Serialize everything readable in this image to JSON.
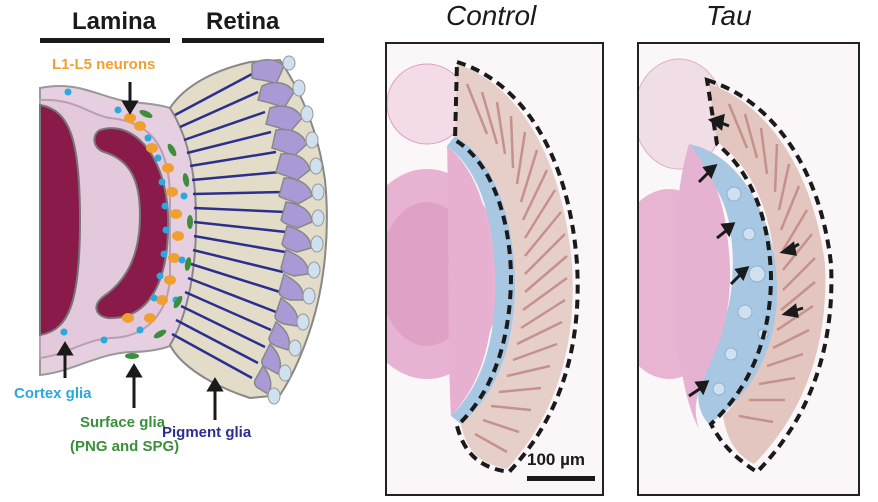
{
  "headers": {
    "lamina": "Lamina",
    "retina": "Retina"
  },
  "panels": {
    "control_title": "Control",
    "tau_title": "Tau"
  },
  "labels": {
    "neurons": "L1-L5 neurons",
    "cortex": "Cortex glia",
    "surface_1": "Surface glia",
    "surface_2": "(PNG and SPG)",
    "pigment": "Pigment glia"
  },
  "scale_bar": "100 µm",
  "colors": {
    "neurons": "#f0a030",
    "cortex": "#2aa8e0",
    "surface": "#3a8f3a",
    "pigment": "#2b2f8f",
    "neuropil": "#8a1a4a",
    "retina_fill": "#e2dcc8",
    "ommatidium": "#a99ad6",
    "lamina_fill": "#e6cfe0",
    "stain_pink": "#e3a9cc",
    "stain_brown": "#c4918c",
    "stain_blue": "#a7c7e3"
  }
}
